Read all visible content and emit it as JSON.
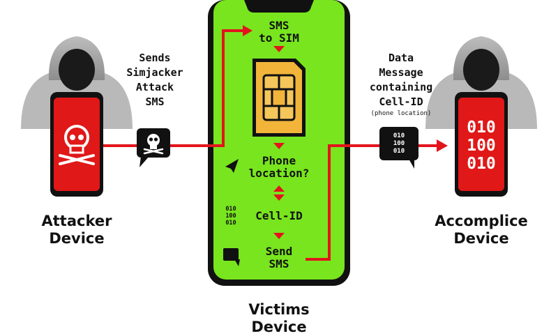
{
  "attacker": {
    "caption_line1": "Attacker",
    "caption_line2": "Device"
  },
  "accomplice": {
    "caption_line1": "Accomplice",
    "caption_line2": "Device",
    "binary": [
      "010",
      "100",
      "010"
    ]
  },
  "victim": {
    "caption_line1": "Victims",
    "caption_line2": "Device"
  },
  "left_message": {
    "lines": [
      "Sends",
      "Simjacker",
      "Attack",
      "SMS"
    ]
  },
  "right_message": {
    "lines": [
      "Data",
      "Message",
      "containing",
      "Cell-ID"
    ],
    "note": "(phone location)",
    "bubble_binary": [
      "010",
      "100",
      "010"
    ]
  },
  "phone_steps": {
    "sms_to_sim": [
      "SMS",
      "to SIM"
    ],
    "phone_location": [
      "Phone",
      "location?"
    ],
    "cell_id": "Cell-ID",
    "send_sms": [
      "Send",
      "SMS"
    ],
    "cell_binary": [
      "010",
      "100",
      "010"
    ]
  },
  "colors": {
    "phone_screen": "#78e51e",
    "device_red": "#e01818",
    "arrow_red": "#e3141c",
    "sim_gold": "#f2b53a"
  }
}
